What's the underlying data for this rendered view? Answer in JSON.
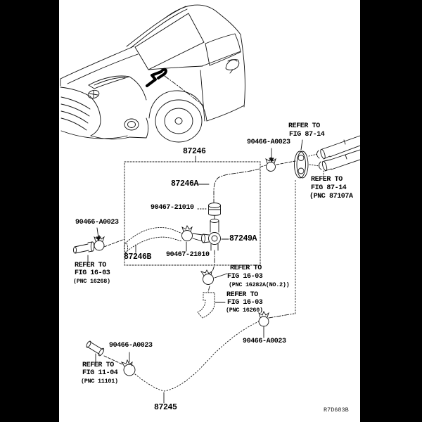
{
  "doc": {
    "drawing_code": "R7D683B",
    "background_color": "#000000",
    "paper_color": "#ffffff",
    "line_color": "#111111"
  },
  "parts": {
    "hose_assembly": "87246",
    "hose_a": "87246A",
    "hose_b": "87246B",
    "joint": "87249A",
    "hose_rear": "87245",
    "clamp_21010_upper": "90467-21010",
    "clamp_21010_lower": "90467-21010",
    "clamp_a0023_cowl": "90466-A0023",
    "clamp_a0023_left": "90466-A0023",
    "clamp_a0023_bottom_left": "90466-A0023",
    "clamp_a0023_bottom_right": "90466-A0023"
  },
  "refs": {
    "fig87_nozzle": [
      "REFER TO",
      "FIG 87-14"
    ],
    "fig87_hose": [
      "REFER TO",
      "FIG 87-14",
      "(PNC 87107A"
    ],
    "fig16_left": [
      "REFER TO",
      "FIG 16-03",
      "(PNC 16268)"
    ],
    "fig16_mid": [
      "REFER TO",
      "FIG 16-03",
      "(PNC 16282A(NO.2))"
    ],
    "fig16_low": [
      "REFER TO",
      "FIG 16-03",
      "(PNC 16260)"
    ],
    "fig11": [
      "REFER TO",
      "FIG 11-04",
      "(PNC 11101)"
    ]
  }
}
